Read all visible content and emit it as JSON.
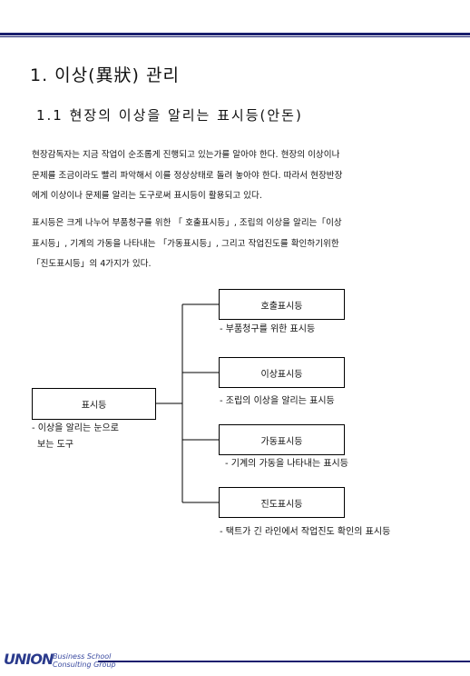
{
  "heading1": "1.  이상(異狀) 관리",
  "heading2": "1.1 현장의 이상을 알리는 표시등(안돈)",
  "paragraph1": [
    "현장감독자는 지금 작업이 순조롭게 진행되고 있는가를 알아야 한다. 현장의 이상이나",
    "문제를 조금이라도 빨리 파악해서 이를 정상상태로 돌려 놓아야 한다. 따라서 현장반장",
    "에게 이상이나 문제를 알리는 도구로써 표시등이 활용되고 있다."
  ],
  "paragraph2": [
    "표시등은 크게 나누어 부품청구를 위한 「 호출표시등」, 조립의 이상을 알리는「이상",
    "표시등」, 기계의 가동을 나타내는 「가동표시등」, 그리고 작업진도를 확인하기위한",
    "「진도표시등」의 4가지가 있다."
  ],
  "diagram": {
    "root": {
      "label": "표시등",
      "note_lines": [
        "- 이상을 알리는 눈으로",
        "  보는 도구"
      ]
    },
    "children": [
      {
        "label": "호출표시등",
        "note": "- 부품청구를 위한 표시등"
      },
      {
        "label": "이상표시등",
        "note": "- 조립의 이상을 알리는 표시등"
      },
      {
        "label": "가동표시등",
        "note": "- 기계의 가동을 나타내는 표시등"
      },
      {
        "label": "진도표시등",
        "note": "- 택트가 긴 라인에서 작업진도 확인의 표시등"
      }
    ]
  },
  "footer": {
    "logo": "UNION",
    "sub_line1": "Business School",
    "sub_line2": "Consulting Group"
  }
}
